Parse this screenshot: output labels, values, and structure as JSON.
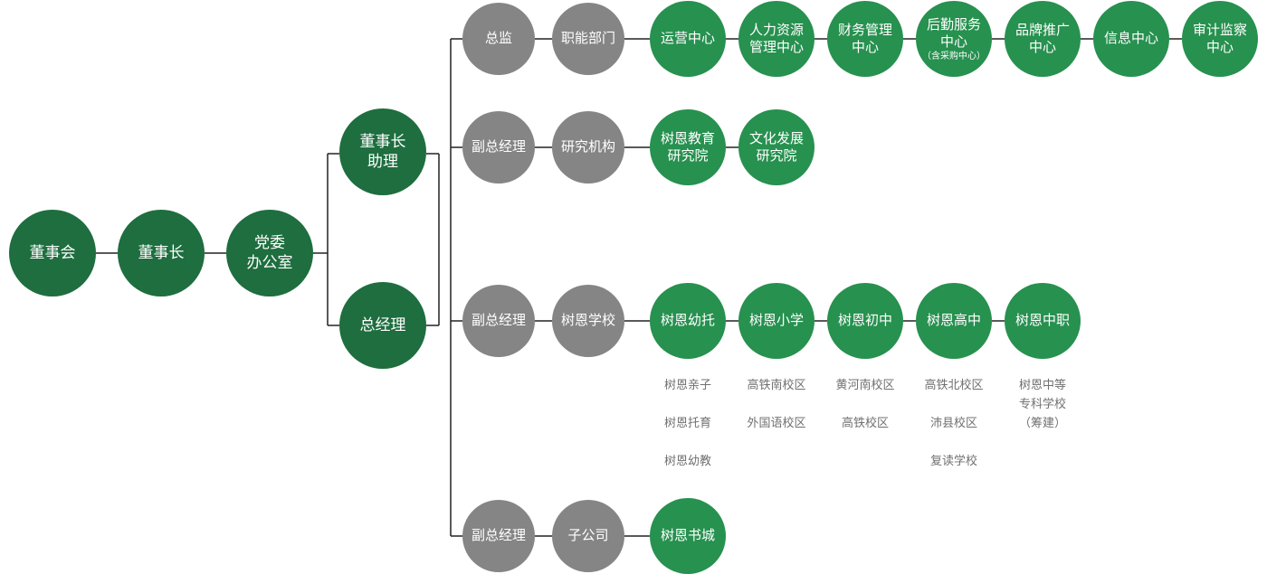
{
  "colors": {
    "leadership": "#1e6e3f",
    "division": "#858585",
    "unit": "#27914f",
    "connector": "#222222",
    "note_text": "#707070"
  },
  "leadership": {
    "board": [
      "董事会"
    ],
    "chairman": [
      "董事长"
    ],
    "party_office": [
      "党委",
      "办公室"
    ],
    "assistant": [
      "董事长",
      "助理"
    ],
    "general_manager": [
      "总经理"
    ]
  },
  "branches": [
    {
      "head": [
        "总监"
      ],
      "dept": [
        "职能部门"
      ],
      "units": [
        {
          "lines": [
            "运营中心"
          ]
        },
        {
          "lines": [
            "人力资源",
            "管理中心"
          ]
        },
        {
          "lines": [
            "财务管理",
            "中心"
          ]
        },
        {
          "lines": [
            "后勤服务",
            "中心"
          ],
          "sub": "（含采购中心）"
        },
        {
          "lines": [
            "品牌推广",
            "中心"
          ]
        },
        {
          "lines": [
            "信息中心"
          ]
        },
        {
          "lines": [
            "审计监察",
            "中心"
          ]
        }
      ]
    },
    {
      "head": [
        "副总经理"
      ],
      "dept": [
        "研究机构"
      ],
      "units": [
        {
          "lines": [
            "树恩教育",
            "研究院"
          ]
        },
        {
          "lines": [
            "文化发展",
            "研究院"
          ]
        }
      ]
    },
    {
      "head": [
        "副总经理"
      ],
      "dept": [
        "树恩学校"
      ],
      "units": [
        {
          "lines": [
            "树恩幼托"
          ],
          "notes": [
            "树恩亲子",
            "",
            "树恩托育",
            "",
            "树恩幼教"
          ]
        },
        {
          "lines": [
            "树恩小学"
          ],
          "notes": [
            "高铁南校区",
            "",
            "外国语校区"
          ]
        },
        {
          "lines": [
            "树恩初中"
          ],
          "notes": [
            "黄河南校区",
            "",
            "高铁校区"
          ]
        },
        {
          "lines": [
            "树恩高中"
          ],
          "notes": [
            "高铁北校区",
            "",
            "沛县校区",
            "",
            "复读学校"
          ]
        },
        {
          "lines": [
            "树恩中职"
          ],
          "notes": [
            "树恩中等",
            "专科学校",
            "（筹建）"
          ]
        }
      ]
    },
    {
      "head": [
        "副总经理"
      ],
      "dept": [
        "子公司"
      ],
      "units": [
        {
          "lines": [
            "树恩书城"
          ]
        }
      ]
    }
  ]
}
